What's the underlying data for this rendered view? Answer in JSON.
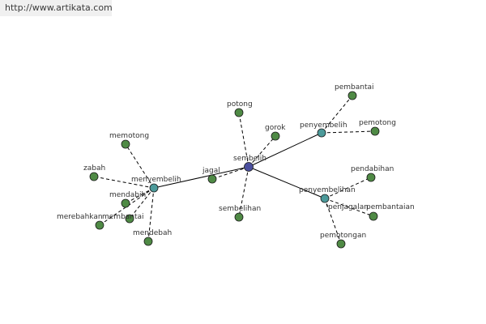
{
  "watermark": "http://www.artikata.com",
  "colors": {
    "center": "#4a4f9e",
    "hub": "#4c9a9a",
    "leaf": "#4f8a45",
    "edge": "#000000"
  },
  "nodes": [
    {
      "id": "sembelih",
      "label": "sembelih",
      "kind": "center"
    },
    {
      "id": "menyembelih",
      "label": "menyembelih",
      "kind": "hub"
    },
    {
      "id": "penyembelih",
      "label": "penyembelih",
      "kind": "hub"
    },
    {
      "id": "penyembelihan",
      "label": "penyembelihan",
      "kind": "hub"
    },
    {
      "id": "jagal",
      "label": "jagal",
      "kind": "leaf"
    },
    {
      "id": "potong",
      "label": "potong",
      "kind": "leaf"
    },
    {
      "id": "gorok",
      "label": "gorok",
      "kind": "leaf"
    },
    {
      "id": "sembelihan",
      "label": "sembelihan",
      "kind": "leaf"
    },
    {
      "id": "memotong",
      "label": "memotong",
      "kind": "leaf"
    },
    {
      "id": "zabah",
      "label": "zabah",
      "kind": "leaf"
    },
    {
      "id": "mendabih",
      "label": "mendabih",
      "kind": "leaf"
    },
    {
      "id": "merebahkan",
      "label": "merebahkan",
      "kind": "leaf"
    },
    {
      "id": "membantai",
      "label": "membantai",
      "kind": "leaf"
    },
    {
      "id": "mendebah",
      "label": "mendebah",
      "kind": "leaf"
    },
    {
      "id": "pembantai",
      "label": "pembantai",
      "kind": "leaf"
    },
    {
      "id": "pemotong",
      "label": "pemotong",
      "kind": "leaf"
    },
    {
      "id": "pendabihan",
      "label": "pendabihan",
      "kind": "leaf"
    },
    {
      "id": "penjagalan",
      "label": "penjagalan",
      "kind": "leaf"
    },
    {
      "id": "pembantaian",
      "label": "pembantaian",
      "kind": "leaf"
    },
    {
      "id": "pemotongan",
      "label": "pemotongan",
      "kind": "leaf"
    }
  ],
  "edges": [
    {
      "from": "sembelih",
      "to": "menyembelih",
      "style": "solid"
    },
    {
      "from": "sembelih",
      "to": "penyembelih",
      "style": "solid"
    },
    {
      "from": "sembelih",
      "to": "penyembelihan",
      "style": "solid"
    },
    {
      "from": "sembelih",
      "to": "jagal",
      "style": "dashed"
    },
    {
      "from": "sembelih",
      "to": "potong",
      "style": "dashed"
    },
    {
      "from": "sembelih",
      "to": "gorok",
      "style": "dashed"
    },
    {
      "from": "sembelih",
      "to": "sembelihan",
      "style": "dashed"
    },
    {
      "from": "menyembelih",
      "to": "memotong",
      "style": "dashed"
    },
    {
      "from": "menyembelih",
      "to": "zabah",
      "style": "dashed"
    },
    {
      "from": "menyembelih",
      "to": "mendabih",
      "style": "dashed"
    },
    {
      "from": "menyembelih",
      "to": "merebahkan",
      "style": "dashed"
    },
    {
      "from": "menyembelih",
      "to": "membantai",
      "style": "dashed"
    },
    {
      "from": "menyembelih",
      "to": "mendebah",
      "style": "dashed"
    },
    {
      "from": "penyembelih",
      "to": "pembantai",
      "style": "dashed"
    },
    {
      "from": "penyembelih",
      "to": "pemotong",
      "style": "dashed"
    },
    {
      "from": "penyembelihan",
      "to": "pendabihan",
      "style": "dashed"
    },
    {
      "from": "penyembelihan",
      "to": "penjagalan",
      "style": "dashed"
    },
    {
      "from": "penyembelihan",
      "to": "pembantaian",
      "style": "dashed"
    },
    {
      "from": "penyembelihan",
      "to": "pemotongan",
      "style": "dashed"
    }
  ]
}
